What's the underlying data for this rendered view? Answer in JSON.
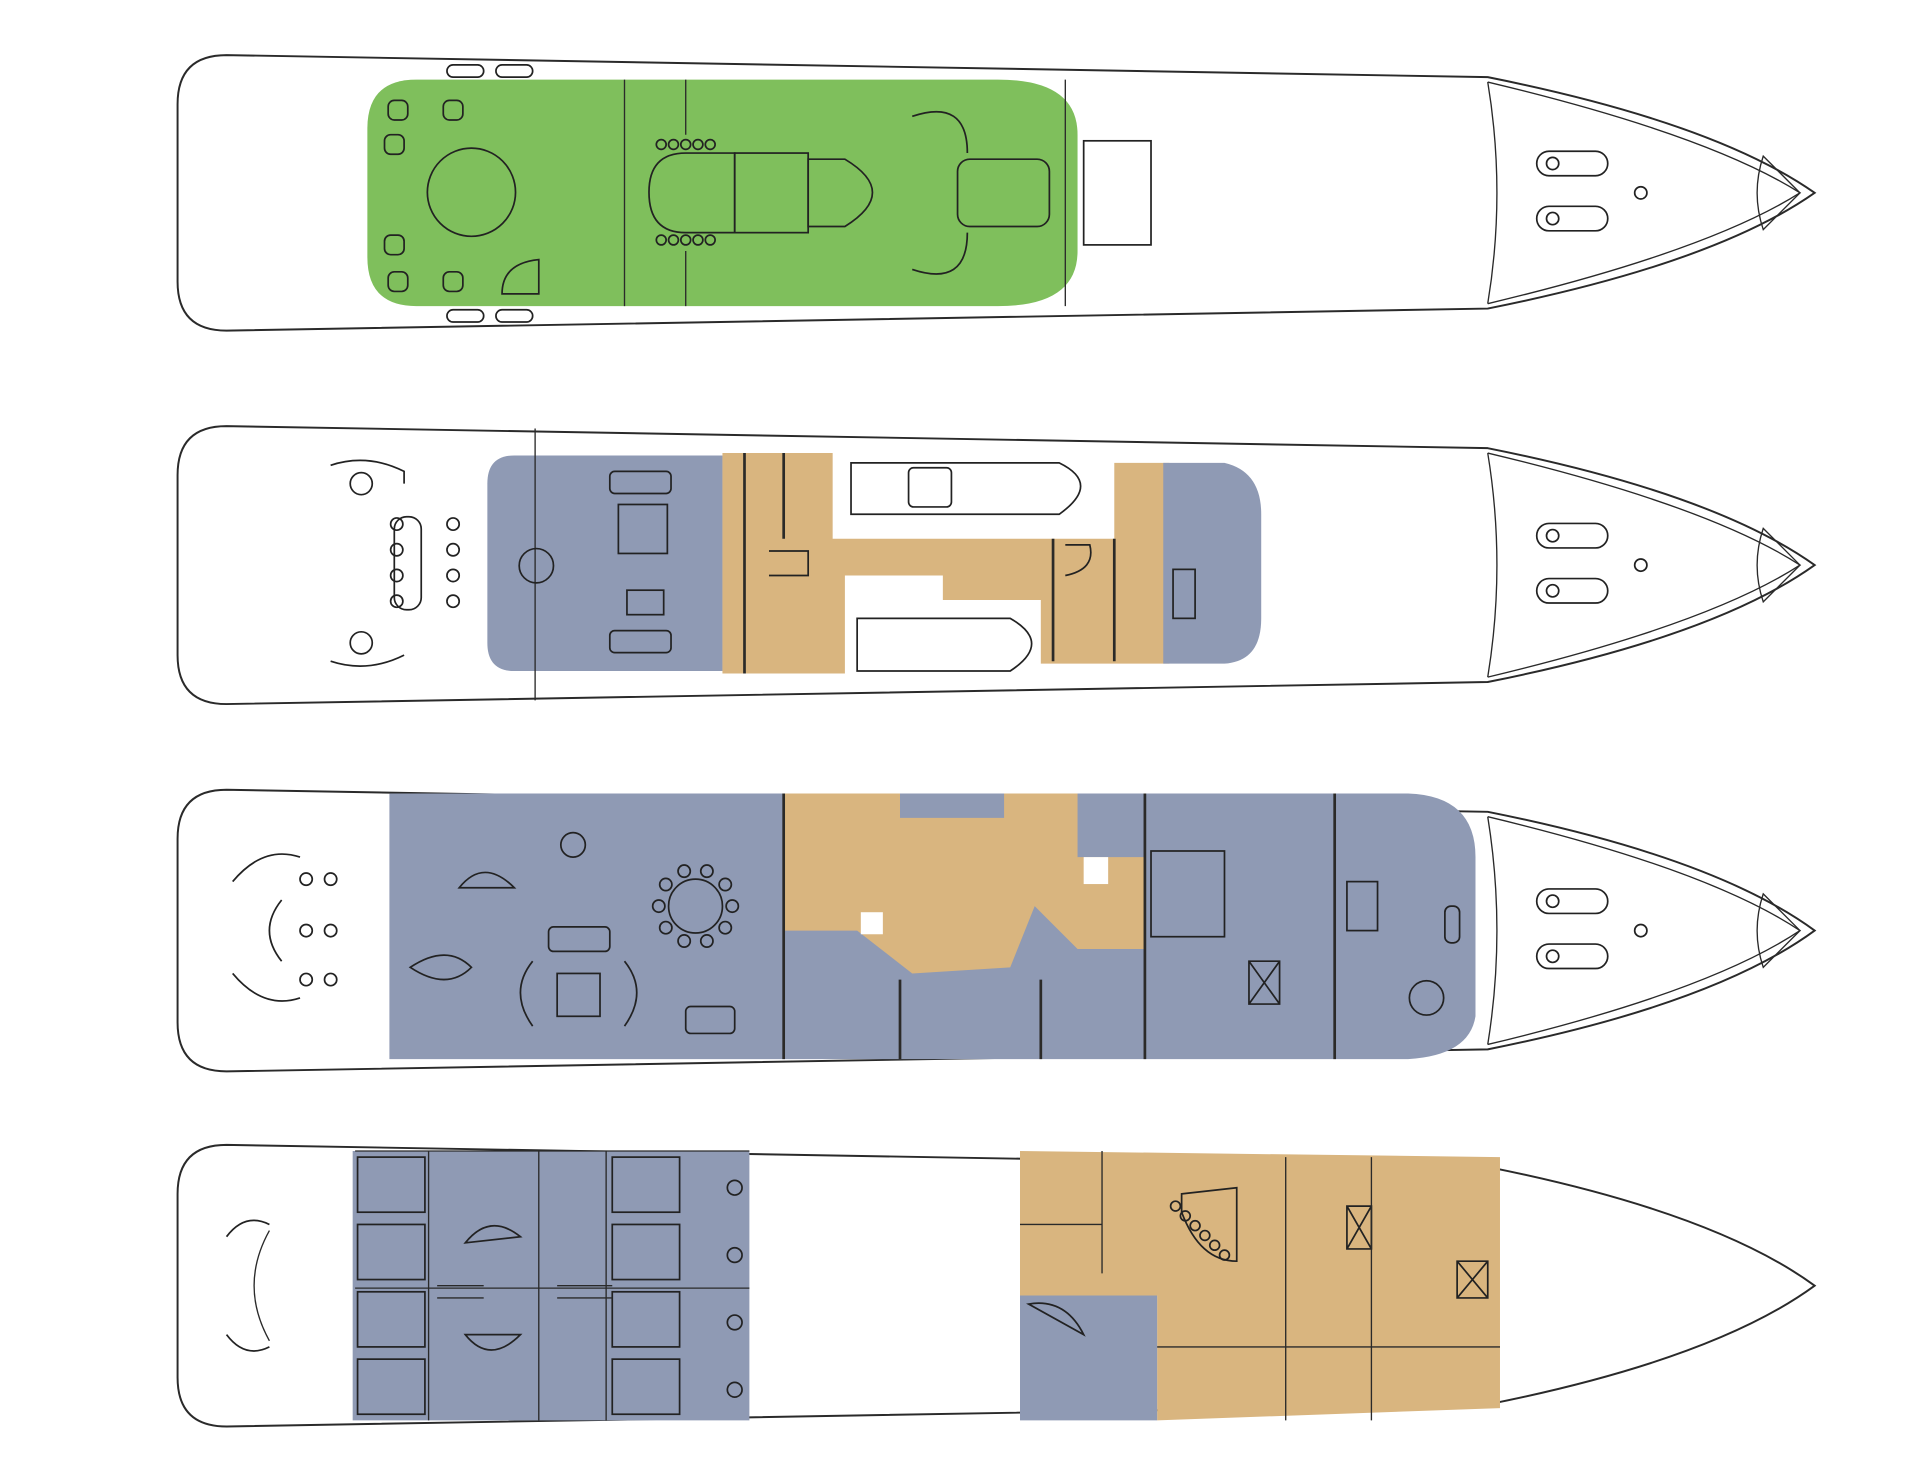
{
  "colors": {
    "background": "#ffffff",
    "hull_outline": "#2a2a2a",
    "sun_deck": "#7fbf5c",
    "guest_area": "#8f9ab4",
    "crew_area": "#d9b57f"
  },
  "decks": [
    {
      "id": "sun-deck",
      "zones": [
        "sun_deck"
      ]
    },
    {
      "id": "bridge-deck",
      "zones": [
        "guest_area",
        "crew_area"
      ]
    },
    {
      "id": "main-deck",
      "zones": [
        "guest_area",
        "crew_area"
      ]
    },
    {
      "id": "lower-deck",
      "zones": [
        "guest_area",
        "crew_area"
      ]
    }
  ]
}
